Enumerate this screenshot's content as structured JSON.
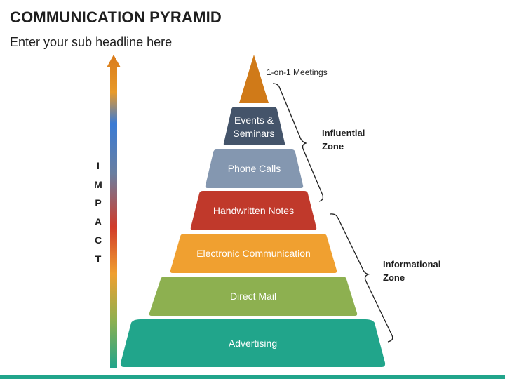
{
  "header": {
    "title": "COMMUNICATION PYRAMID",
    "subtitle": "Enter your sub headline here"
  },
  "impact_axis": {
    "letters": [
      "I",
      "M",
      "P",
      "A",
      "C",
      "T"
    ]
  },
  "pyramid": {
    "peak_label": "1-on-1 Meetings",
    "tiers": [
      {
        "label": "Events &\nSeminars",
        "color": "#44546a"
      },
      {
        "label": "Phone Calls",
        "color": "#8497b0"
      },
      {
        "label": "Handwritten Notes",
        "color": "#c0392b"
      },
      {
        "label": "Electronic Communication",
        "color": "#f0a030"
      },
      {
        "label": "Direct Mail",
        "color": "#8db050"
      },
      {
        "label": "Advertising",
        "color": "#21a58b"
      }
    ],
    "peak_color": "#d07a18"
  },
  "zones": {
    "influential": "Influential\nZone",
    "informational": "Informational\nZone"
  }
}
